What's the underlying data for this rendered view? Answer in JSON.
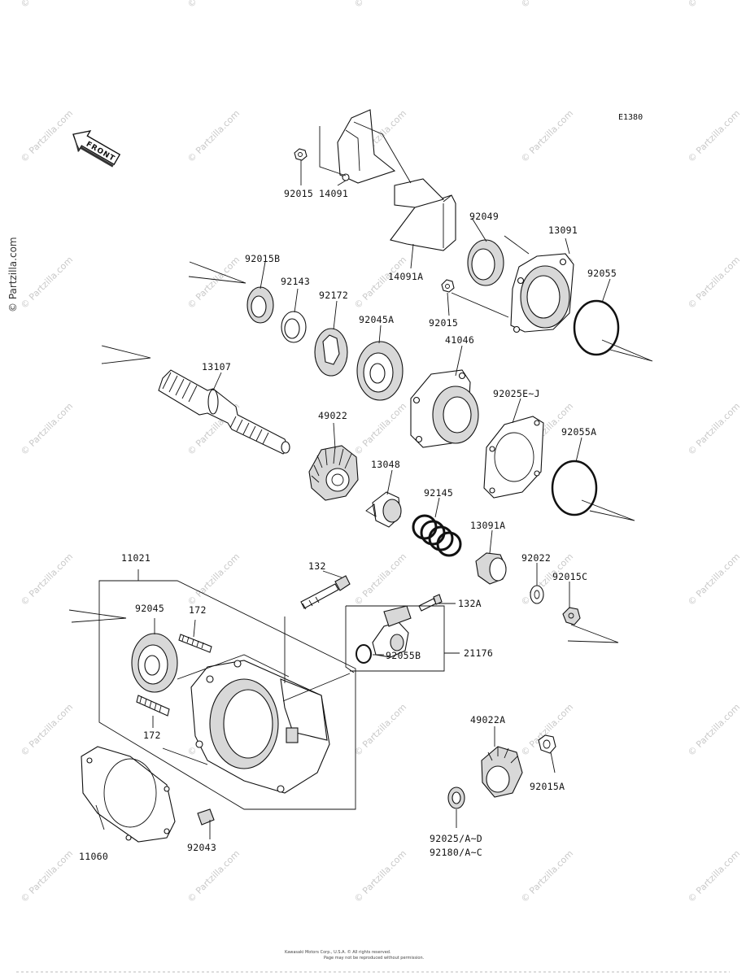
{
  "diagram_code": "E1380",
  "front_label": "FRONT",
  "watermark_text": "© Partzilla.com",
  "copyright_line1": "Kawasaki Motors Corp., U.S.A. ©  All rights reserved.",
  "copyright_line2": "Page may not be reproduced without permission.",
  "parts": {
    "p92015_top": "92015",
    "p14091": "14091",
    "p92049": "92049",
    "p13091": "13091",
    "p14091A": "14091A",
    "p92015B": "92015B",
    "p92143": "92143",
    "p92172": "92172",
    "p92055": "92055",
    "p92015_mid": "92015",
    "p92045A": "92045A",
    "p41046": "41046",
    "p13107": "13107",
    "p92025EJ": "92025E~J",
    "p49022": "49022",
    "p92055A": "92055A",
    "p13048": "13048",
    "p92145": "92145",
    "p13091A": "13091A",
    "p11021": "11021",
    "p92022": "92022",
    "p132": "132",
    "p92015C": "92015C",
    "p92045": "92045",
    "p172_top": "172",
    "p132A": "132A",
    "p92055B": "92055B",
    "p21176": "21176",
    "p172_bot": "172",
    "p49022A": "49022A",
    "p92015A": "92015A",
    "p92043": "92043",
    "p11060": "11060",
    "p92025AD": "92025/A~D",
    "p92180AC": "92180/A~C"
  }
}
